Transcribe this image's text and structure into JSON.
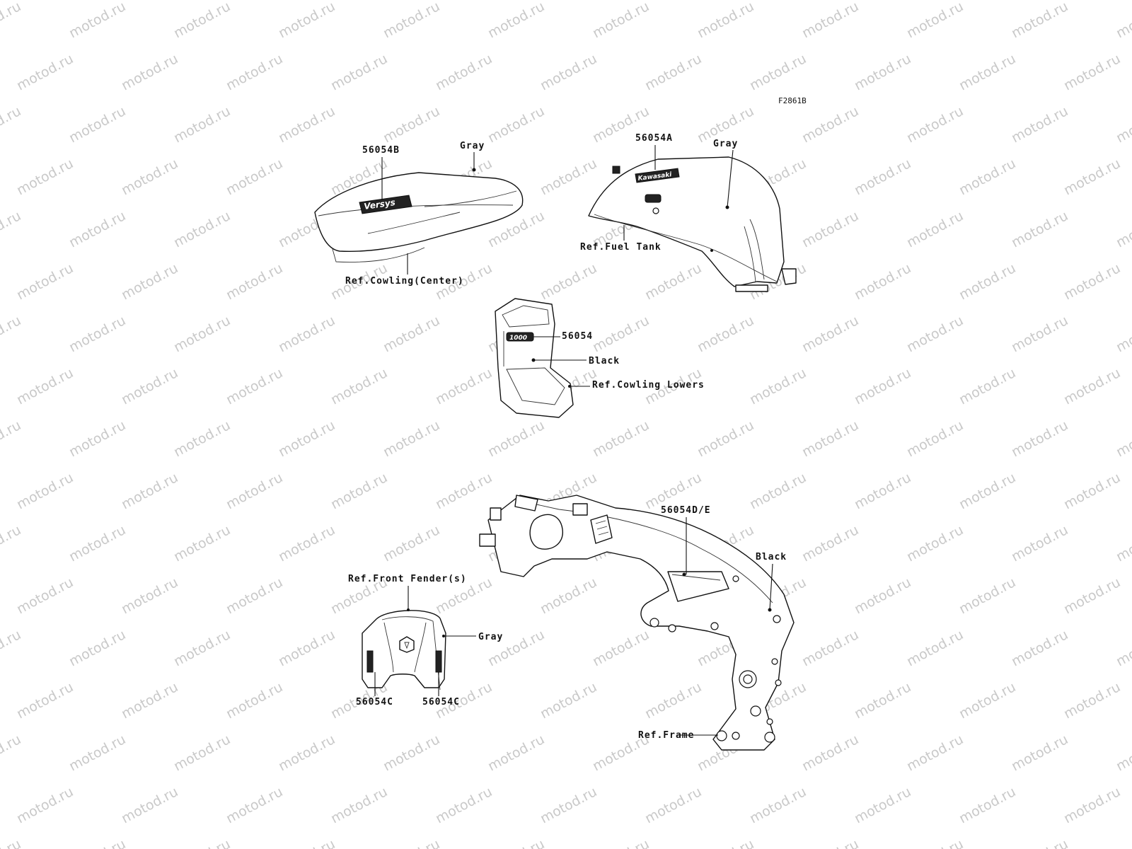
{
  "figure_code": "F2861B",
  "watermark": "motod.ru",
  "parts": {
    "cowling_center": {
      "part_no": "56054B",
      "color_note": "Gray",
      "ref": "Ref.Cowling(Center)",
      "emblem": "Versys"
    },
    "fuel_tank": {
      "part_no": "56054A",
      "color_note": "Gray",
      "ref": "Ref.Fuel Tank",
      "emblem": "Kawasaki"
    },
    "cowling_lowers": {
      "part_no": "56054",
      "color_note": "Black",
      "ref": "Ref.Cowling Lowers",
      "emblem": "1000"
    },
    "frame": {
      "part_no": "56054D/E",
      "color_note": "Black",
      "ref": "Ref.Frame"
    },
    "front_fender": {
      "part_no_left": "56054C",
      "part_no_right": "56054C",
      "color_note": "Gray",
      "ref": "Ref.Front Fender(s)"
    }
  }
}
